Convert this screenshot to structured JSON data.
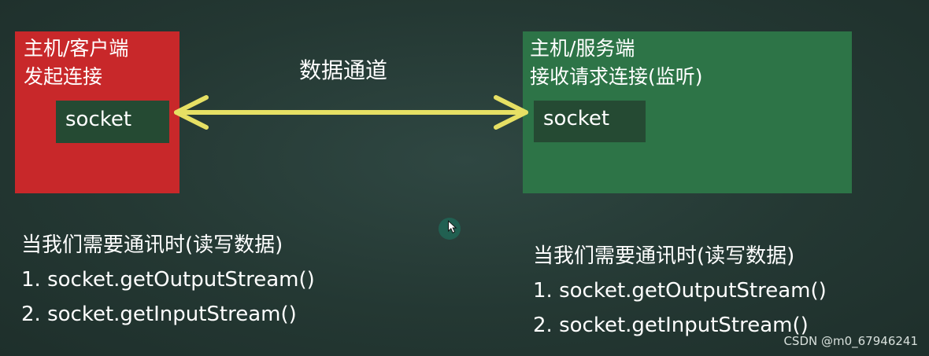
{
  "client": {
    "line1": "主机/客户端",
    "line2": "发起连接",
    "socket": "socket",
    "color": "#c8282a"
  },
  "server": {
    "line1": "主机/服务端",
    "line2": "接收请求连接(监听)",
    "socket": "socket",
    "color": "#2d7447"
  },
  "channel": {
    "label": "数据通道",
    "arrow_color": "#e6e064"
  },
  "notes": {
    "left": {
      "title": "当我们需要通讯时(读写数据)",
      "item1": "1. socket.getOutputStream()",
      "item2": "2. socket.getInputStream()"
    },
    "right": {
      "title": "当我们需要通讯时(读写数据)",
      "item1": "1. socket.getOutputStream()",
      "item2": "2. socket.getInputStream()"
    }
  },
  "watermark": "CSDN @m0_67946241",
  "cursor_icon": "mouse-pointer-icon"
}
